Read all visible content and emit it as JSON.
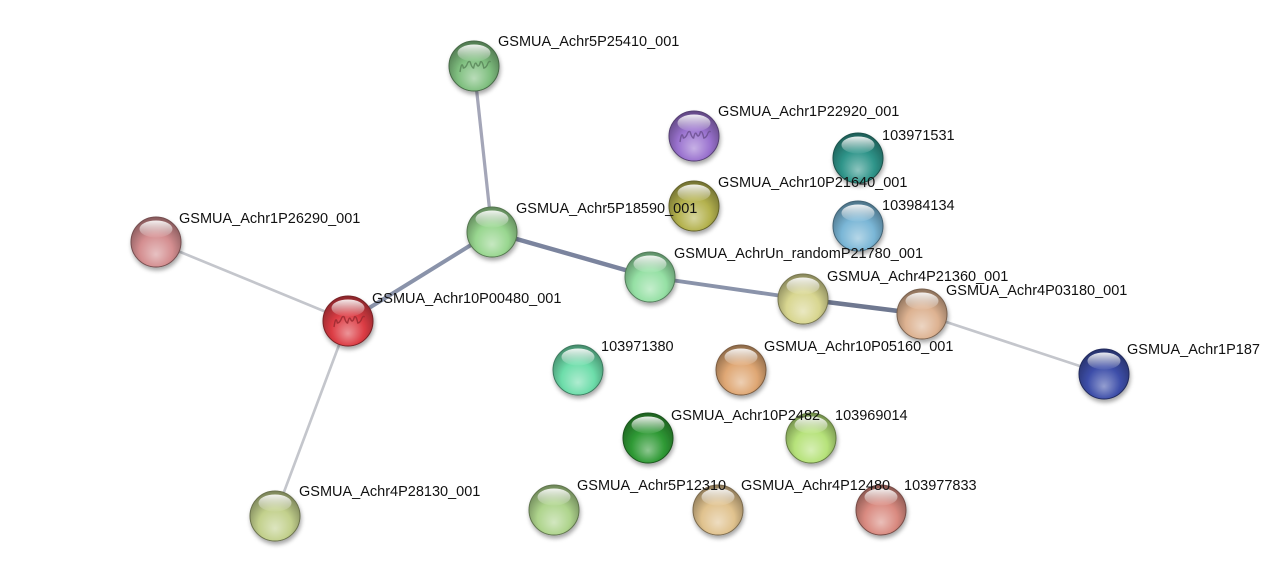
{
  "network": {
    "nodes": [
      {
        "id": "n1",
        "label": "GSMUA_Achr5P25410_001",
        "color": "#7fbf7f",
        "structure": true
      },
      {
        "id": "n2",
        "label": "GSMUA_Achr1P22920_001",
        "color": "#9a72cf",
        "structure": true
      },
      {
        "id": "n3",
        "label": "103971531",
        "color": "#2f958a",
        "structure": false
      },
      {
        "id": "n4",
        "label": "GSMUA_Achr10P21640_001",
        "color": "#b4b24e",
        "structure": false
      },
      {
        "id": "n5",
        "label": "103984134",
        "color": "#7ab6d6",
        "structure": false
      },
      {
        "id": "n6",
        "label": "GSMUA_Achr1P26290_001",
        "color": "#d48e90",
        "structure": false
      },
      {
        "id": "n7",
        "label": "GSMUA_Achr5P18590_001",
        "color": "#98d68f",
        "structure": false
      },
      {
        "id": "n8",
        "label": "GSMUA_AchrUn_randomP21780_001",
        "color": "#95e0a4",
        "structure": false
      },
      {
        "id": "n9",
        "label": "GSMUA_Achr4P21360_001",
        "color": "#d8d690",
        "structure": false
      },
      {
        "id": "n10",
        "label": "GSMUA_Achr4P03180_001",
        "color": "#ddb291",
        "structure": false
      },
      {
        "id": "n11",
        "label": "GSMUA_Achr10P00480_001",
        "color": "#dc3c44",
        "structure": true
      },
      {
        "id": "n12",
        "label": "GSMUA_Achr1P187",
        "color": "#3d4ea9",
        "structure": false
      },
      {
        "id": "n13",
        "label": "103971380",
        "color": "#6dddaa",
        "structure": false
      },
      {
        "id": "n14",
        "label": "GSMUA_Achr10P05160_001",
        "color": "#dfa774",
        "structure": false
      },
      {
        "id": "n15",
        "label": "GSMUA_Achr10P2482",
        "color": "#2f9a35",
        "structure": false
      },
      {
        "id": "n16",
        "label": "103969014",
        "color": "#b6e27a",
        "structure": false
      },
      {
        "id": "n17",
        "label": "GSMUA_Achr4P28130_001",
        "color": "#c2d08c",
        "structure": false
      },
      {
        "id": "n18",
        "label": "GSMUA_Achr5P12310",
        "color": "#aed48c",
        "structure": false
      },
      {
        "id": "n19",
        "label": "GSMUA_Achr4P12480",
        "color": "#e0c28e",
        "structure": false
      },
      {
        "id": "n20",
        "label": "103977833",
        "color": "#d98a80",
        "structure": false
      }
    ],
    "edges": [
      {
        "source": "n1",
        "target": "n7",
        "color": "#a4a6b8",
        "strength": 0.55
      },
      {
        "source": "n7",
        "target": "n11",
        "color": "#8a93aa",
        "strength": 0.8
      },
      {
        "source": "n7",
        "target": "n8",
        "color": "#7b849e",
        "strength": 0.95
      },
      {
        "source": "n8",
        "target": "n9",
        "color": "#8a93aa",
        "strength": 0.75
      },
      {
        "source": "n9",
        "target": "n10",
        "color": "#6f7890",
        "strength": 1.0
      },
      {
        "source": "n10",
        "target": "n12",
        "color": "#c4c6cc",
        "strength": 0.35
      },
      {
        "source": "n6",
        "target": "n11",
        "color": "#c4c6cc",
        "strength": 0.35
      },
      {
        "source": "n11",
        "target": "n17",
        "color": "#c4c6cc",
        "strength": 0.35
      }
    ]
  }
}
